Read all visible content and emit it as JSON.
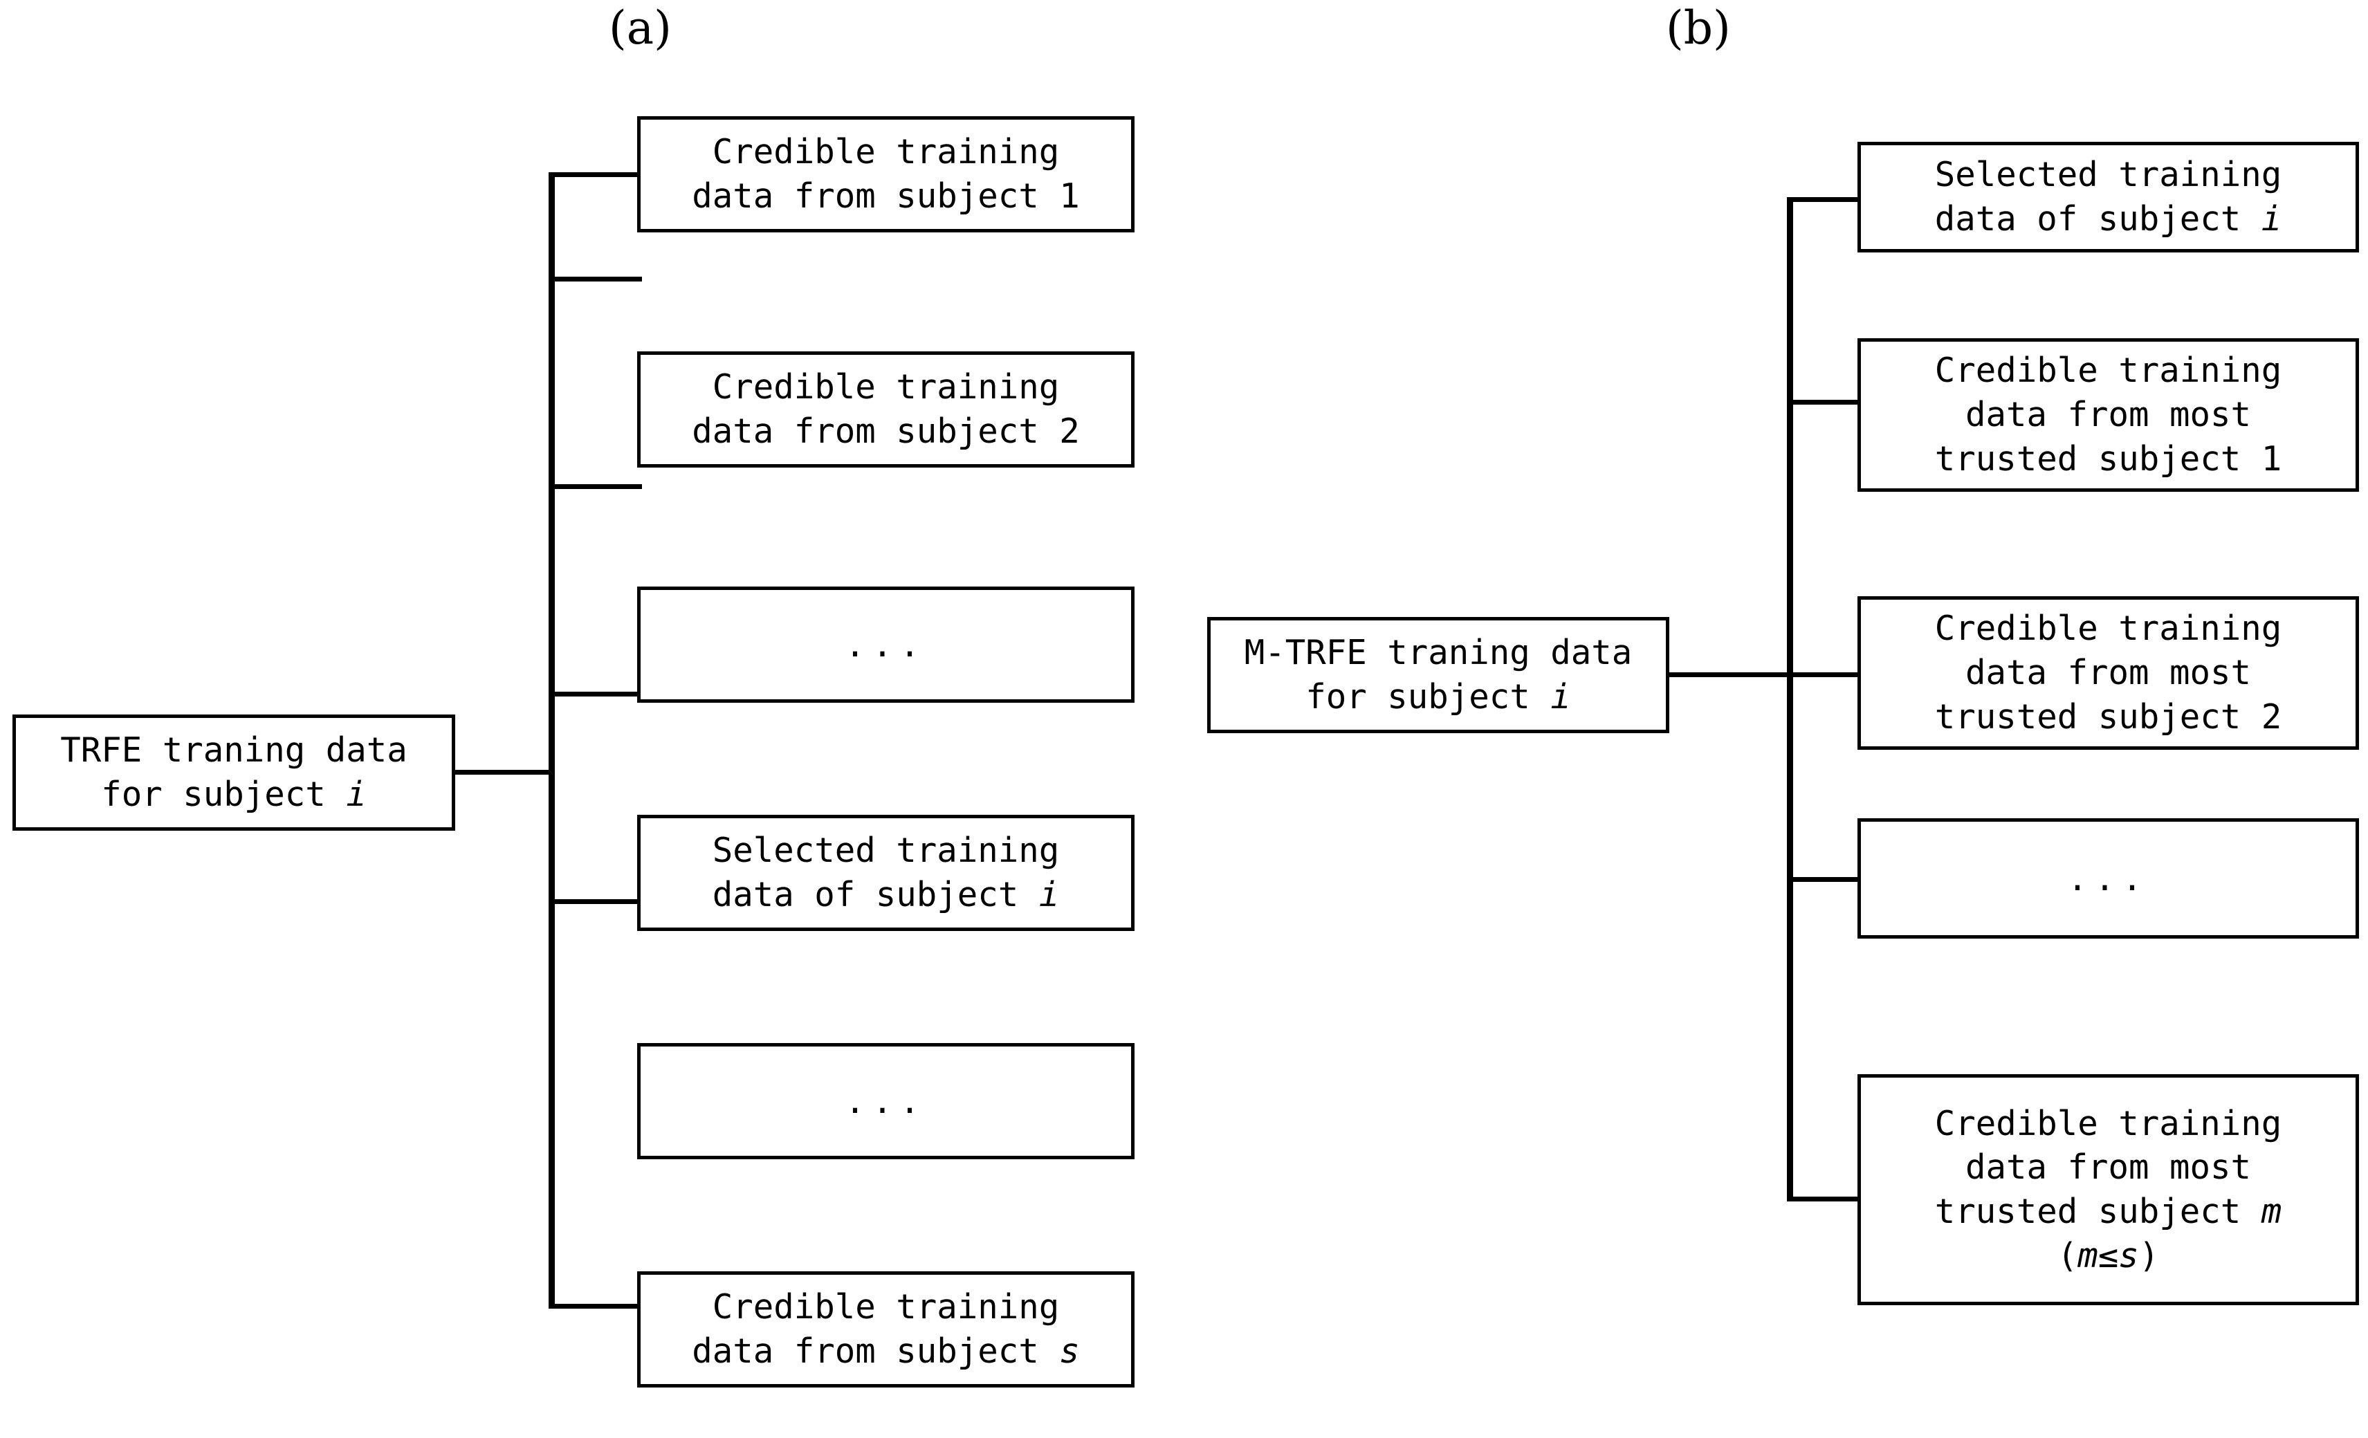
{
  "figure": {
    "panels": [
      {
        "id": "a",
        "label": "(a)",
        "root": {
          "lines": [
            "TRFE traning data",
            "for subject i"
          ],
          "italic_last_token": "i"
        },
        "children": [
          {
            "lines": [
              "Credible training",
              "data from subject 1"
            ]
          },
          {
            "lines": [
              "Credible training",
              "data from subject 2"
            ]
          },
          {
            "lines": [
              "..."
            ],
            "is_ellipsis": true
          },
          {
            "lines": [
              "Selected training",
              "data of subject i"
            ]
          },
          {
            "lines": [
              "..."
            ],
            "is_ellipsis": true
          },
          {
            "lines": [
              "Credible training",
              "data from subject s"
            ]
          }
        ]
      },
      {
        "id": "b",
        "label": "(b)",
        "root": {
          "lines": [
            "M-TRFE traning data",
            "for subject i"
          ],
          "italic_last_token": "i"
        },
        "children": [
          {
            "lines": [
              "Selected training",
              "data of subject i"
            ]
          },
          {
            "lines": [
              "Credible training",
              "data from most",
              "trusted subject 1"
            ]
          },
          {
            "lines": [
              "Credible training",
              "data from most",
              "trusted subject 2"
            ]
          },
          {
            "lines": [
              "..."
            ],
            "is_ellipsis": true
          },
          {
            "lines": [
              "Credible training",
              "data from most",
              "trusted subject m",
              "(m≤s)"
            ]
          }
        ]
      }
    ]
  },
  "text": {
    "panel_a_label": "(a)",
    "panel_b_label": "(b)",
    "a_root_l1": "TRFE traning data",
    "a_root_l2_pre": "for subject ",
    "a_root_l2_var": "i",
    "a_box1_l1": "Credible training",
    "a_box1_l2": "data from subject 1",
    "a_box2_l1": "Credible training",
    "a_box2_l2": "data from subject 2",
    "a_box3_dots": "...",
    "a_box4_l1": "Selected training",
    "a_box4_l2_pre": "data of subject ",
    "a_box4_l2_var": "i",
    "a_box5_dots": "...",
    "a_box6_l1": "Credible training",
    "a_box6_l2_pre": "data from subject ",
    "a_box6_l2_var": "s",
    "b_root_l1": "M-TRFE traning data",
    "b_root_l2_pre": "for subject ",
    "b_root_l2_var": "i",
    "b_box1_l1": "Selected training",
    "b_box1_l2_pre": "data of subject ",
    "b_box1_l2_var": "i",
    "b_box2_l1": "Credible training",
    "b_box2_l2": "data from most",
    "b_box2_l3": "trusted subject 1",
    "b_box3_l1": "Credible training",
    "b_box3_l2": "data from most",
    "b_box3_l3": "trusted subject 2",
    "b_box4_dots": "...",
    "b_box5_l1": "Credible training",
    "b_box5_l2": "data from most",
    "b_box5_l3_pre": "trusted subject ",
    "b_box5_l3_var": "m",
    "b_box5_l4_open": "(",
    "b_box5_l4_var1": "m",
    "b_box5_l4_op": "≤",
    "b_box5_l4_var2": "s",
    "b_box5_l4_close": ")"
  },
  "colors": {
    "stroke": "#000000",
    "background": "#ffffff",
    "text": "#000000"
  }
}
